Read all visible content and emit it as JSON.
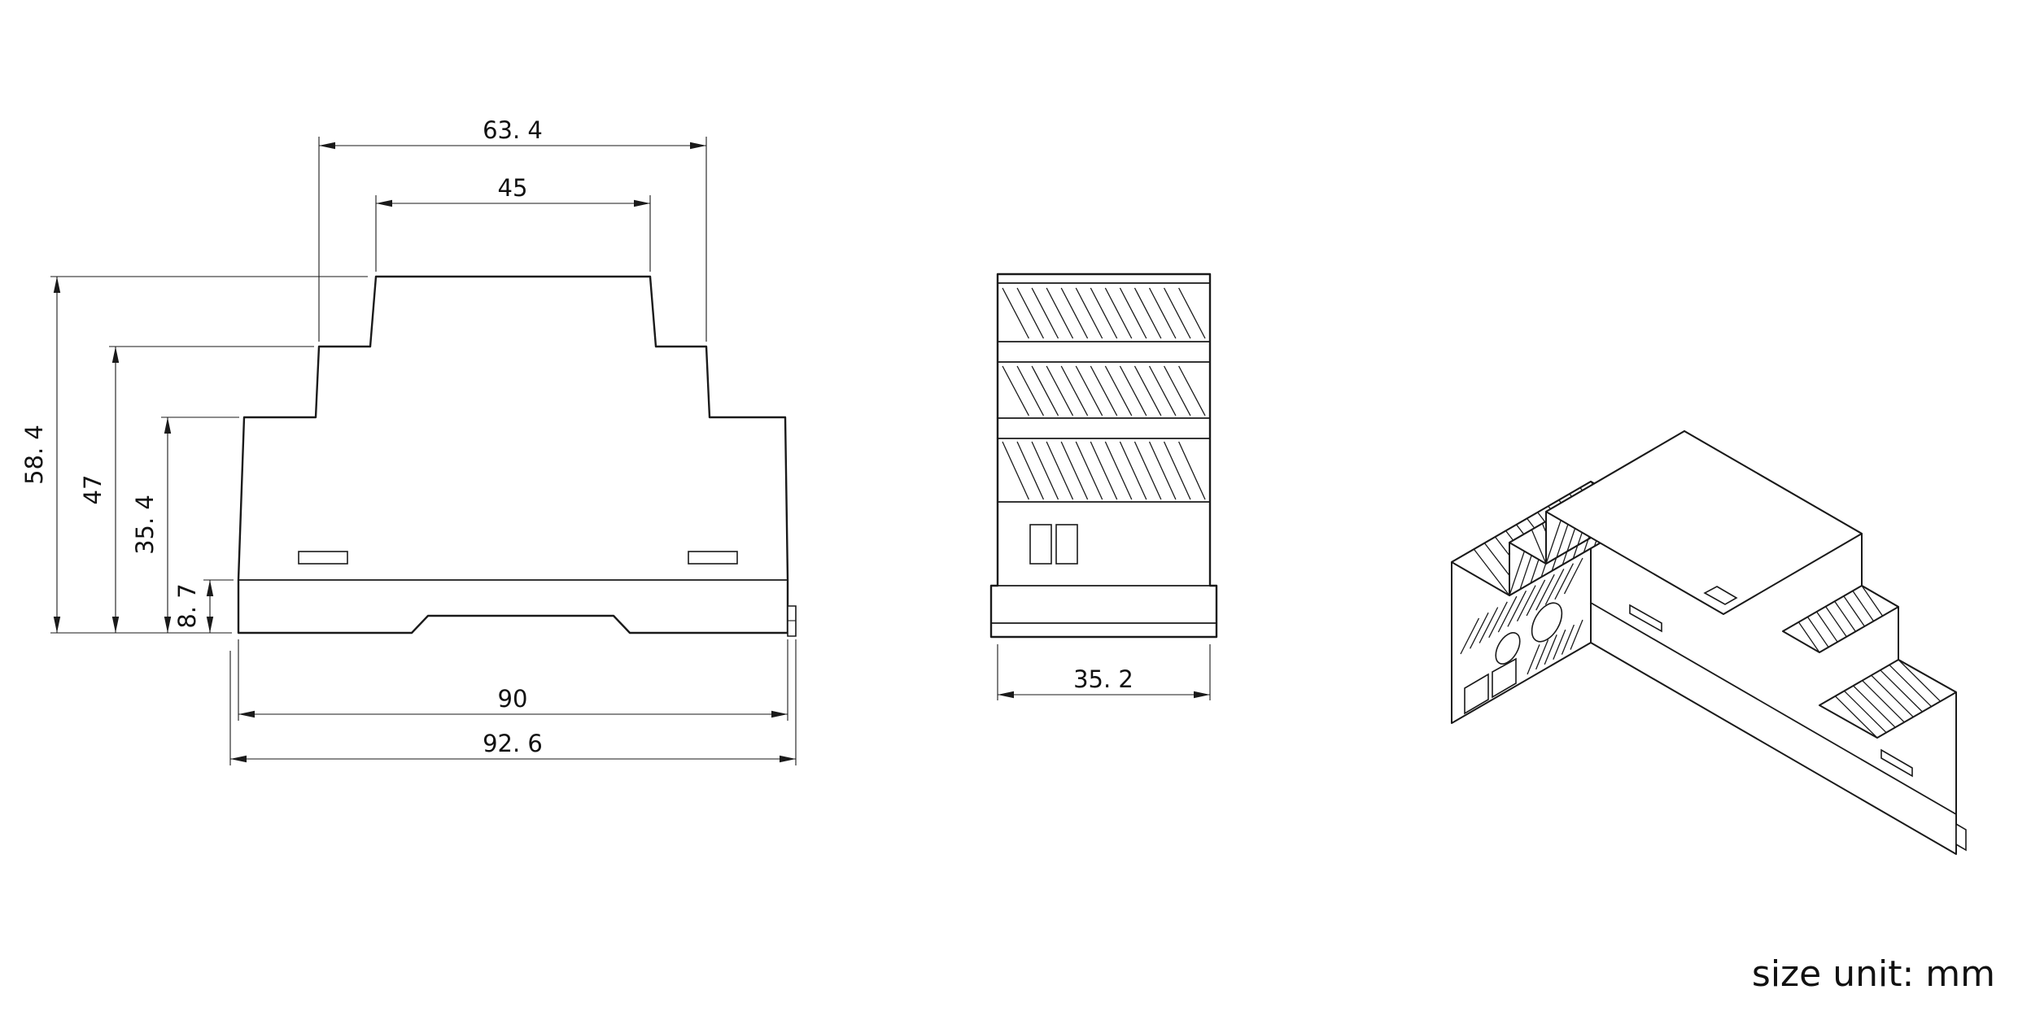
{
  "drawing": {
    "front": {
      "d63": "63. 4",
      "d45": "45",
      "d58": "58. 4",
      "d47": "47",
      "d35": "35. 4",
      "d87": "8. 7",
      "d90": "90",
      "d92": "92. 6"
    },
    "side": {
      "d35": "35. 2"
    },
    "note": "size unit: mm",
    "line_color": "#1a1a1a"
  }
}
